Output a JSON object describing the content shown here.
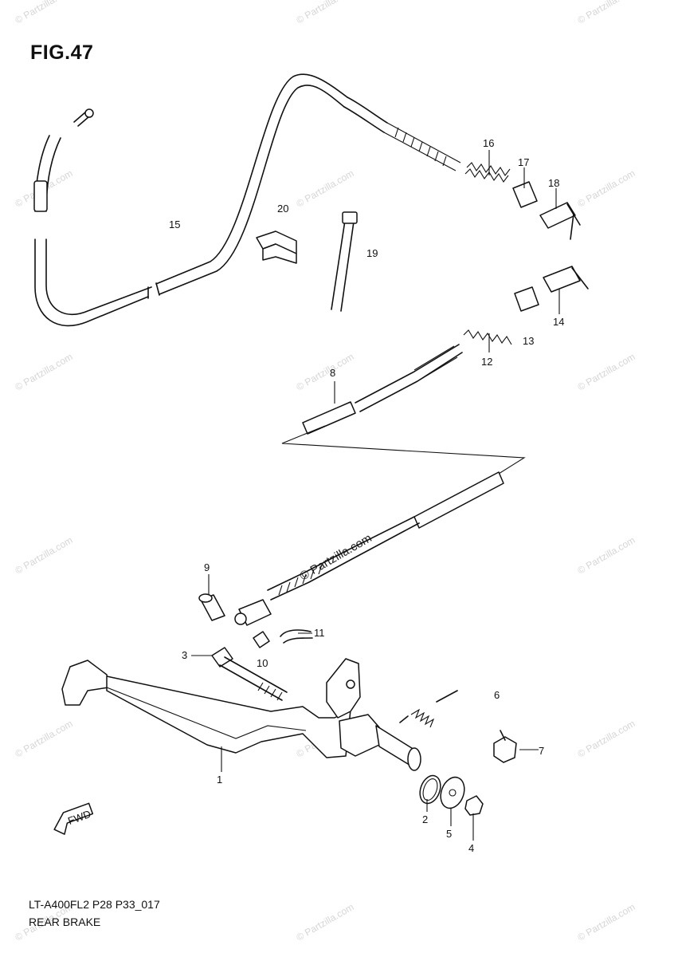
{
  "figure": {
    "title": "FIG.47",
    "code": "LT-A400FL2 P28 P33_017",
    "name": "REAR BRAKE"
  },
  "direction_marker": "FWD",
  "watermark": {
    "text": "© Partzilla.com"
  },
  "parts": {
    "p1": "1",
    "p2": "2",
    "p3": "3",
    "p4": "4",
    "p5": "5",
    "p6": "6",
    "p7": "7",
    "p8": "8",
    "p9": "9",
    "p10": "10",
    "p11": "11",
    "p12": "12",
    "p13": "13",
    "p14": "14",
    "p15": "15",
    "p16": "16",
    "p17": "17",
    "p18": "18",
    "p19": "19",
    "p20": "20"
  }
}
